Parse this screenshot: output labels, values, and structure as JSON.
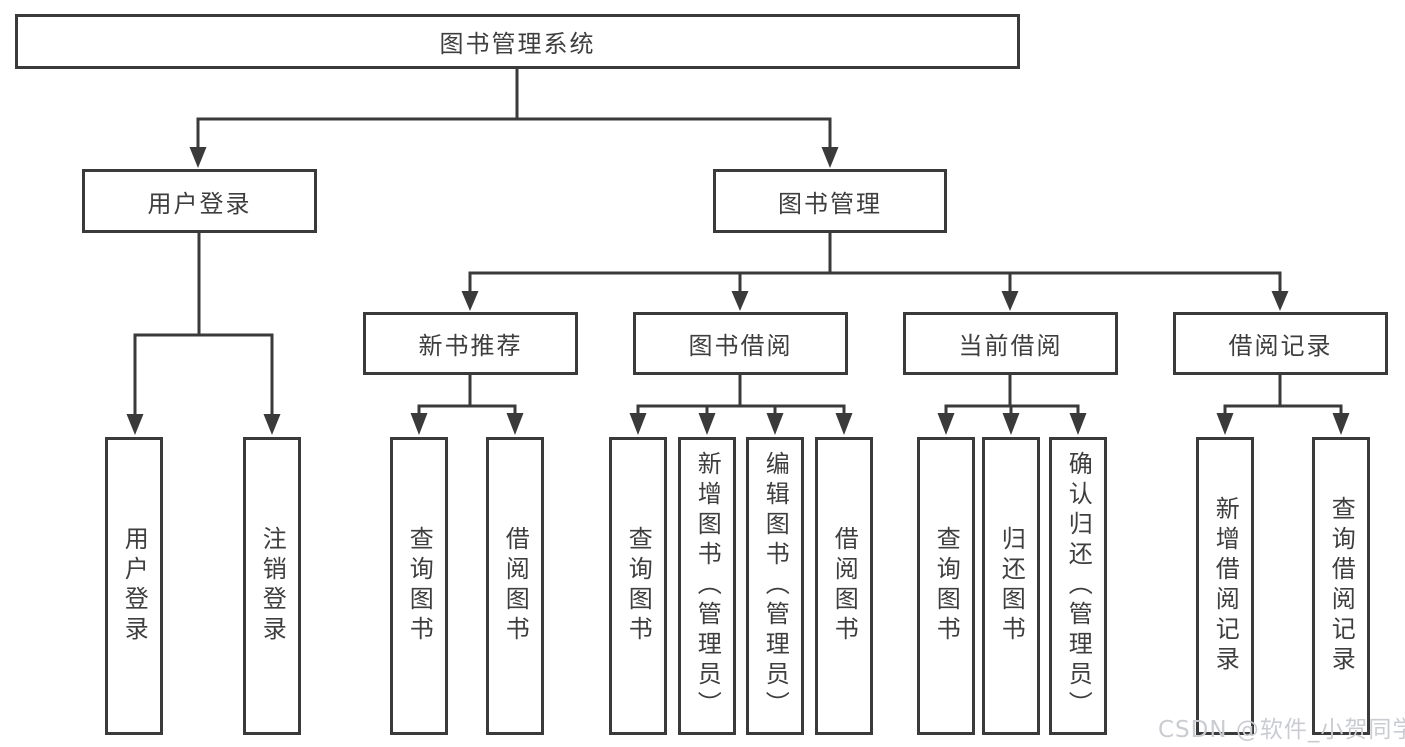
{
  "diagram": {
    "root": "图书管理系统",
    "branches": [
      {
        "label": "用户登录",
        "children": [
          "用户登录",
          "注销登录"
        ]
      },
      {
        "label": "图书管理",
        "sections": [
          {
            "label": "新书推荐",
            "children": [
              "查询图书",
              "借阅图书"
            ]
          },
          {
            "label": "图书借阅",
            "children": [
              "查询图书",
              "新增图书（管理员）",
              "编辑图书（管理员）",
              "借阅图书"
            ]
          },
          {
            "label": "当前借阅",
            "children": [
              "查询图书",
              "归还图书",
              "确认归还（管理员）"
            ]
          },
          {
            "label": "借阅记录",
            "children": [
              "新增借阅记录",
              "查询借阅记录"
            ]
          }
        ]
      }
    ]
  },
  "watermark": {
    "text": "CSDN @软件_小贺同学"
  },
  "colors": {
    "line": "#3a3a3a",
    "box_border": "#3a3a3a",
    "box_background": "#ffffff",
    "text": "#3e3e3e",
    "watermark_text": "#caccd2",
    "page_background": "#ffffff"
  }
}
